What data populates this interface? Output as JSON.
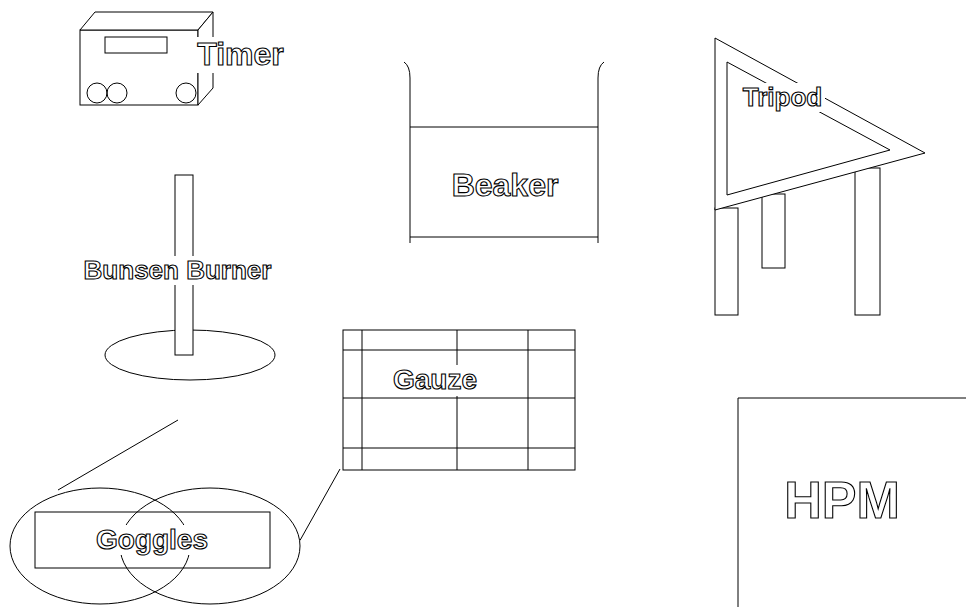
{
  "diagram": {
    "nodes": [
      {
        "text": [
          "Timer"
        ]
      },
      {
        "text": [
          "Beaker"
        ]
      },
      {
        "text": [
          "Tripod"
        ]
      },
      {
        "text": [
          "Bunsen Burner"
        ]
      },
      {
        "text": [
          "Gauze"
        ]
      },
      {
        "text": [
          "Goggles"
        ]
      },
      {
        "text": [
          "HPM"
        ]
      }
    ],
    "edges": [
      {
        "from": 5,
        "to": 4,
        "arrow": "none"
      }
    ]
  }
}
